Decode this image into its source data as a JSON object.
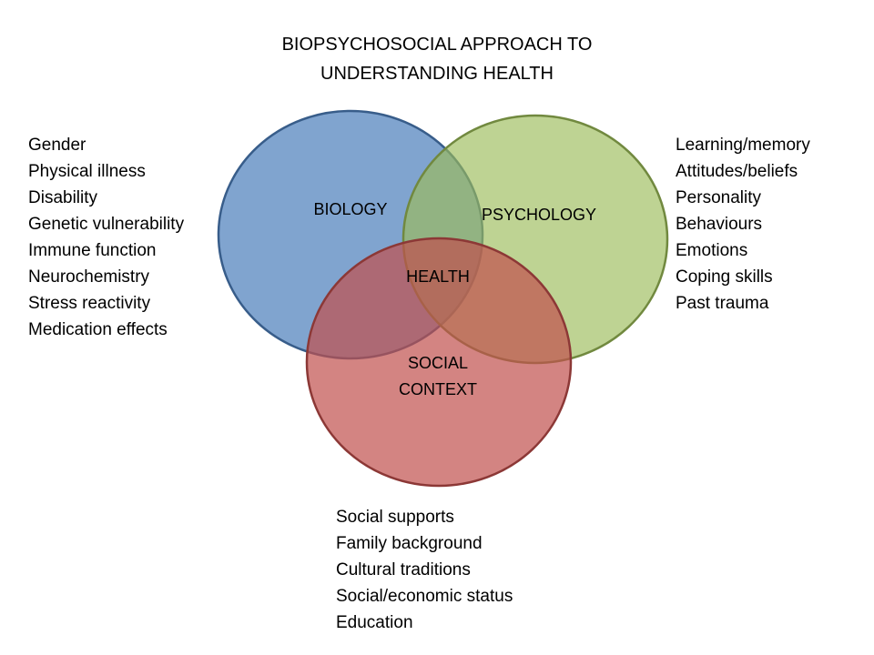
{
  "title": {
    "line1": "BIOPSYCHOSOCIAL APPROACH TO",
    "line2": "UNDERSTANDING HEALTH"
  },
  "circles": {
    "biology": {
      "label": "BIOLOGY",
      "fill": "#4f81bd",
      "stroke": "#385d8a"
    },
    "psychology": {
      "label": "PSYCHOLOGY",
      "fill": "#9bbb59",
      "stroke": "#71893f"
    },
    "social": {
      "label_line1": "SOCIAL",
      "label_line2": "CONTEXT",
      "fill": "#c0504d",
      "stroke": "#8c3836"
    }
  },
  "center_label": "HEALTH",
  "biology_factors": [
    "Gender",
    "Physical illness",
    "Disability",
    "Genetic vulnerability",
    "Immune function",
    "Neurochemistry",
    "Stress reactivity",
    "Medication effects"
  ],
  "psychology_factors": [
    "Learning/memory",
    "Attitudes/beliefs",
    "Personality",
    "Behaviours",
    "Emotions",
    "Coping skills",
    "Past trauma"
  ],
  "social_factors": [
    "Social supports",
    "Family background",
    "Cultural traditions",
    "Social/economic status",
    "Education"
  ]
}
